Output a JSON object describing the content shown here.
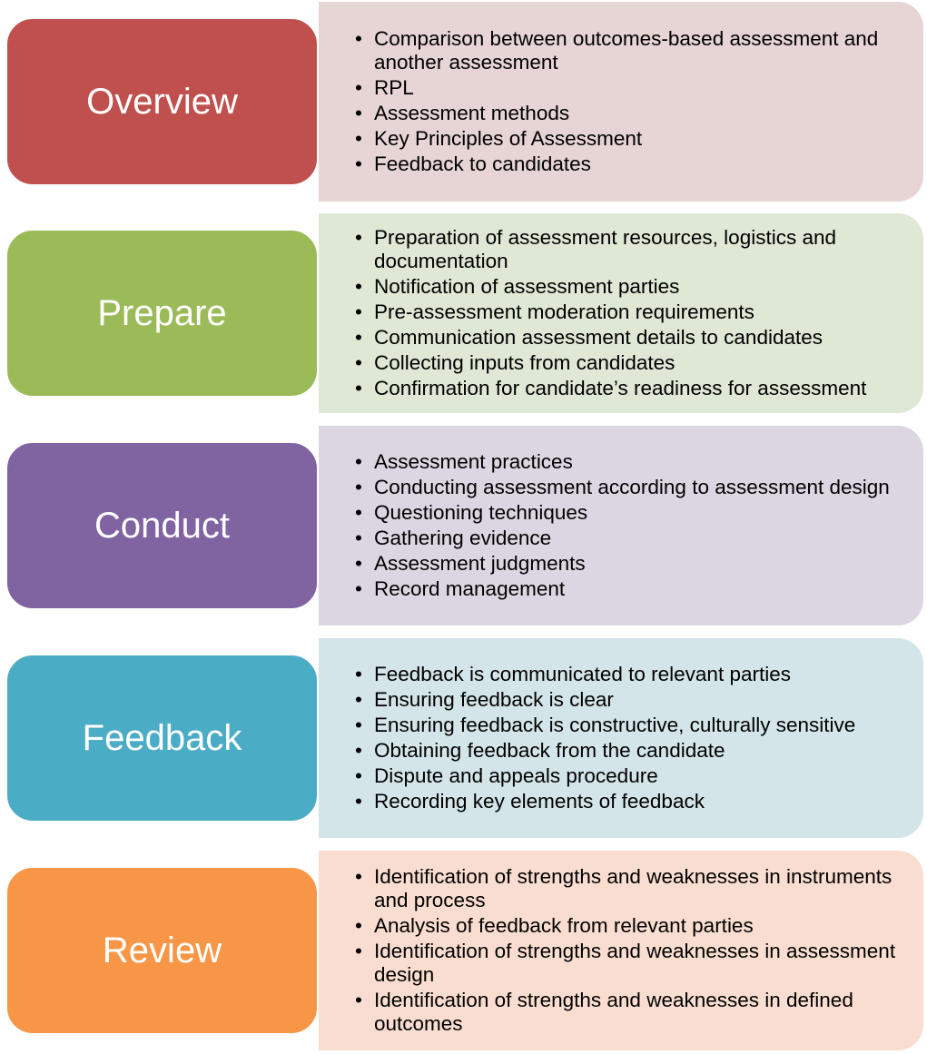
{
  "stages": [
    {
      "label": "Overview",
      "color": "#C0504D",
      "panel_color": "#E7D4D4",
      "items": [
        "Comparison between outcomes-based assessment and another assessment",
        "RPL",
        "Assessment methods",
        "Key Principles of Assessment",
        "Feedback to candidates"
      ]
    },
    {
      "label": "Prepare",
      "color": "#9BBB59",
      "panel_color": "#DFE7D5",
      "items": [
        "Preparation of assessment resources, logistics and documentation",
        "Notification of assessment parties",
        "Pre-assessment moderation requirements",
        "Communication assessment details to candidates",
        "Collecting inputs from candidates",
        "Confirmation for candidate’s readiness for assessment"
      ]
    },
    {
      "label": "Conduct",
      "color": "#8064A2",
      "panel_color": "#DCD6E2",
      "items": [
        "Assessment practices",
        "Conducting assessment according to assessment design",
        "Questioning techniques",
        "Gathering evidence",
        "Assessment judgments",
        "Record management"
      ]
    },
    {
      "label": "Feedback",
      "color": "#4BACC6",
      "panel_color": "#D4E5E9",
      "items": [
        "Feedback is communicated to relevant parties",
        "Ensuring  feedback is clear",
        "Ensuring feedback is constructive, culturally sensitive",
        "Obtaining feedback from the candidate",
        "Dispute and appeals procedure",
        "Recording key elements of feedback"
      ]
    },
    {
      "label": "Review",
      "color": "#F79646",
      "panel_color": "#F9DDD0",
      "items": [
        "Identification of strengths and weaknesses in instruments and process",
        "Analysis of feedback from relevant parties",
        "Identification of strengths and weaknesses in assessment design",
        "Identification of strengths and weaknesses in defined outcomes"
      ]
    }
  ]
}
